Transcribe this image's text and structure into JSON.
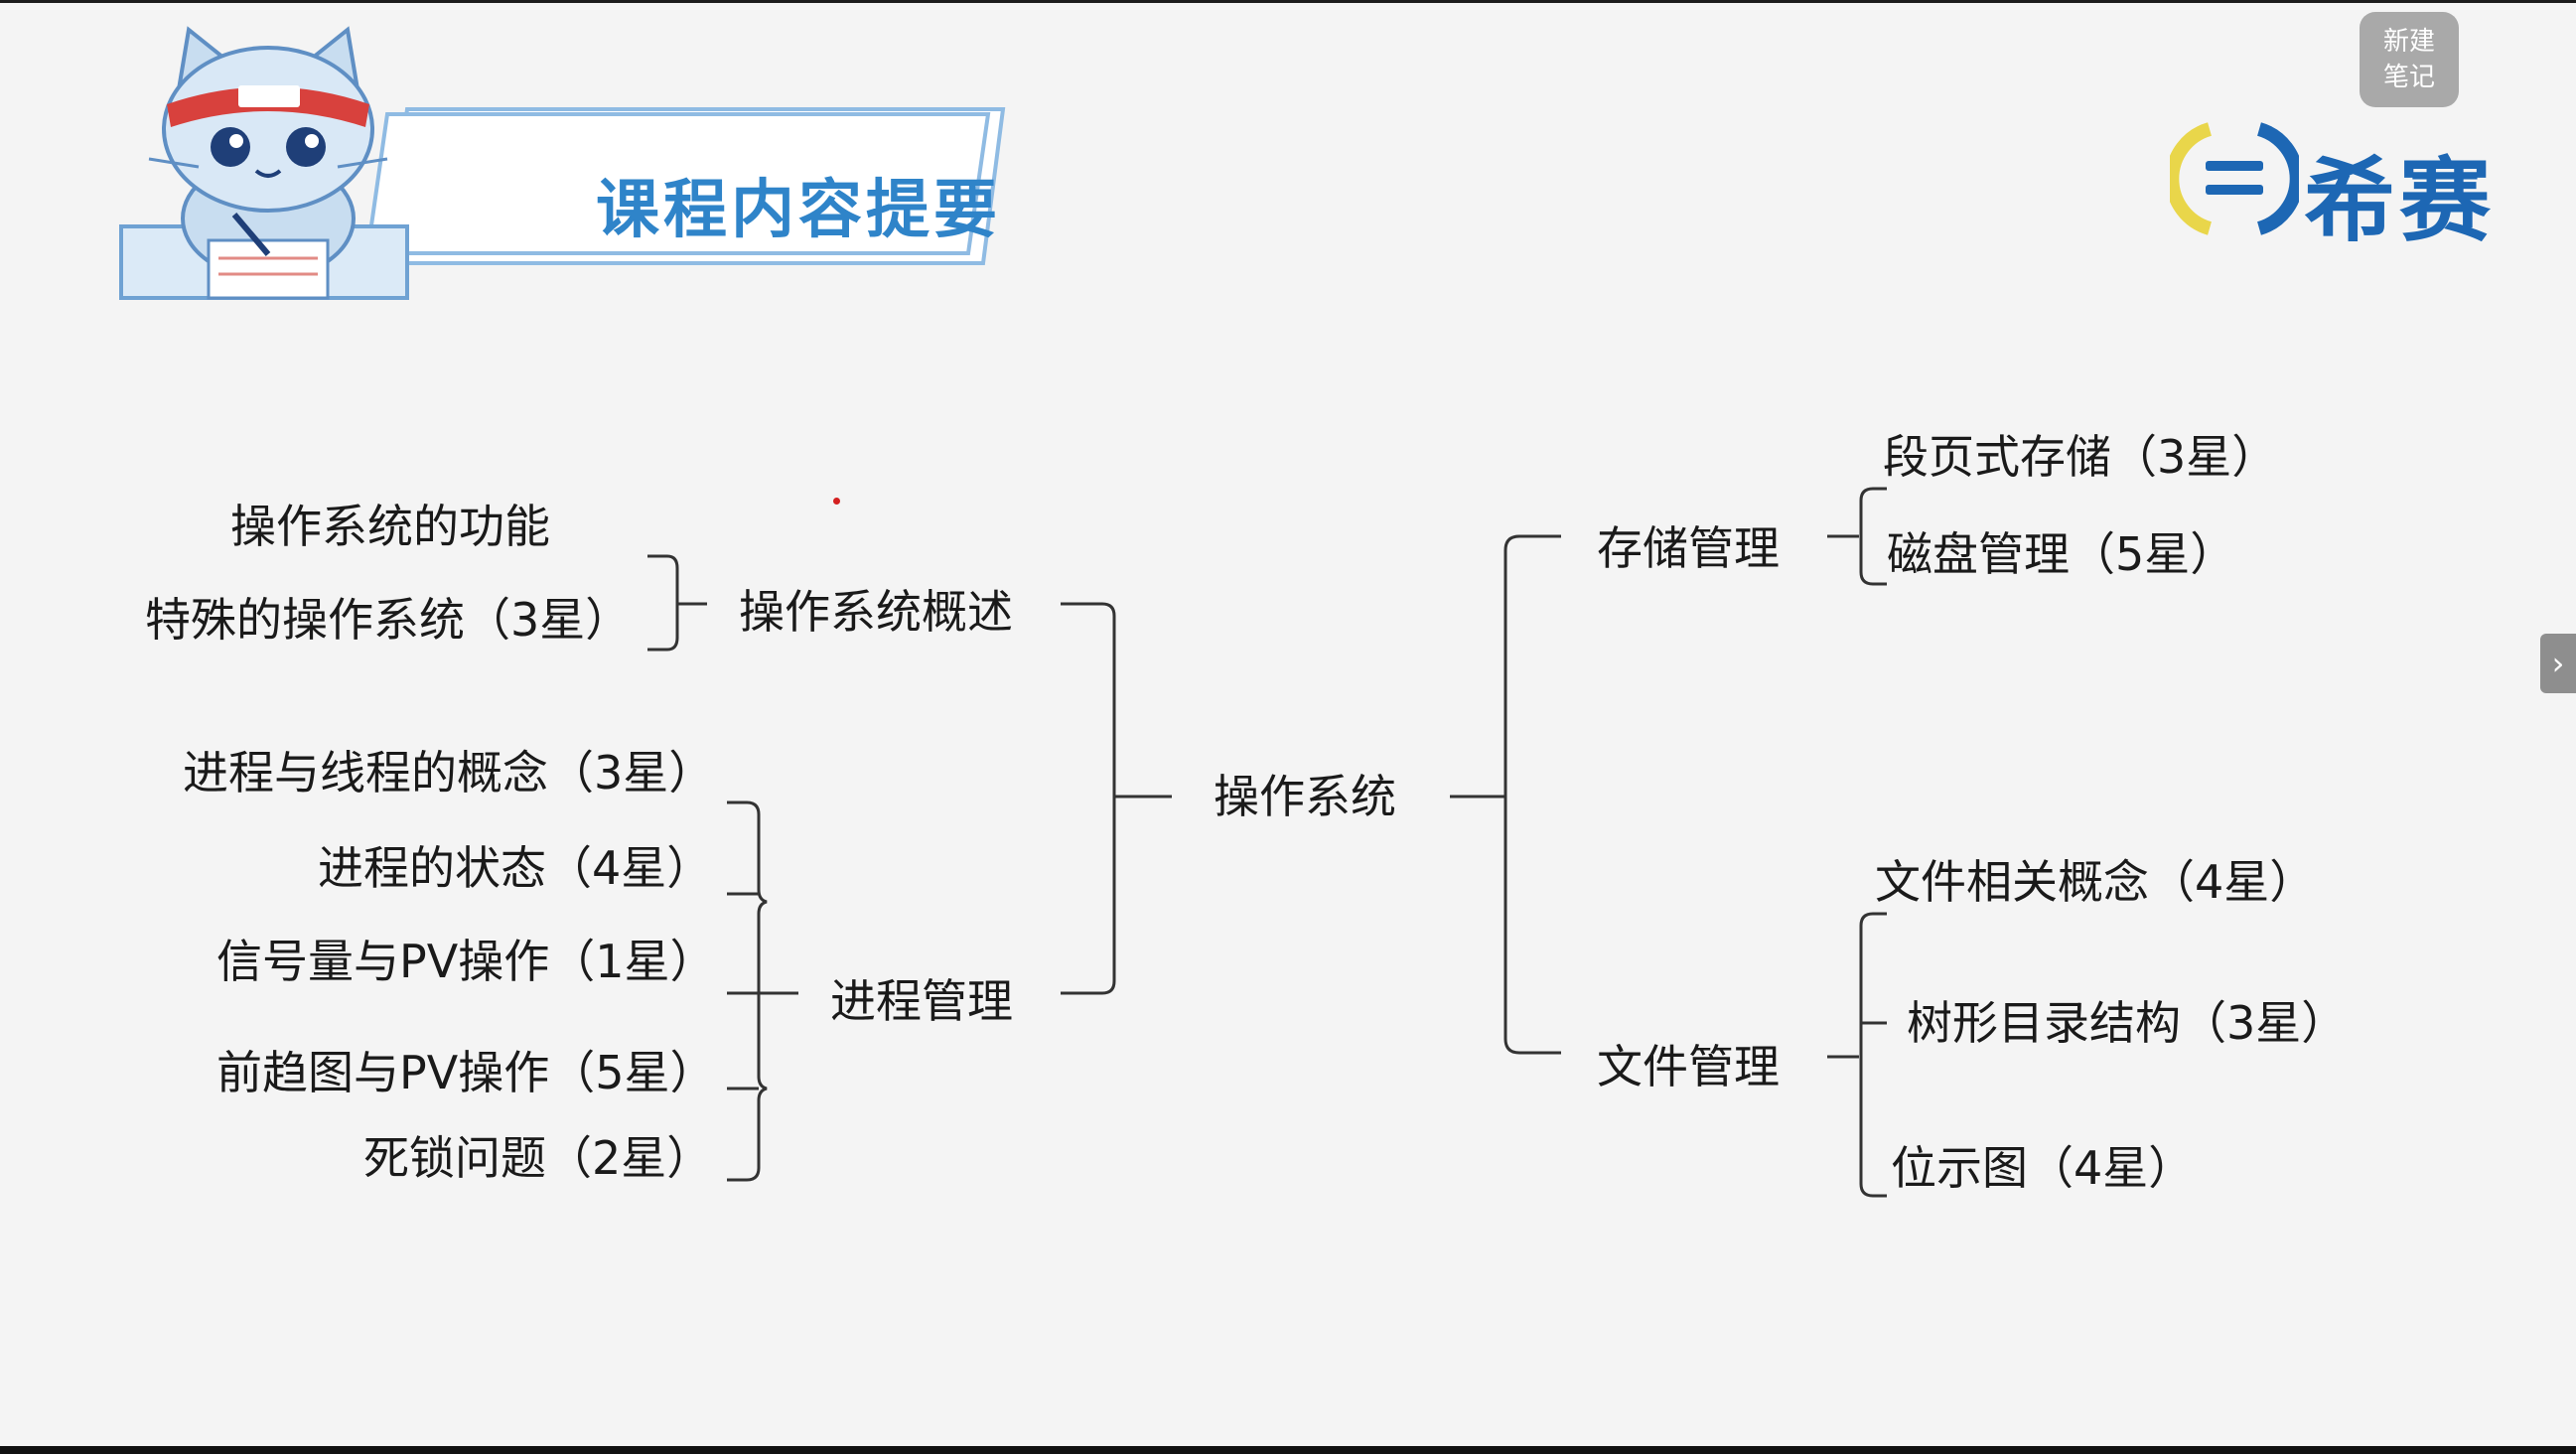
{
  "header": {
    "title": "课程内容提要"
  },
  "brand": {
    "text": "希赛"
  },
  "toolbar": {
    "new_note_line1": "新建",
    "new_note_line2": "笔记"
  },
  "mindmap": {
    "root": "操作系统",
    "left": [
      {
        "label": "操作系统概述",
        "children": [
          "操作系统的功能",
          "特殊的操作系统（3星）"
        ]
      },
      {
        "label": "进程管理",
        "children": [
          "进程与线程的概念（3星）",
          "进程的状态（4星）",
          "信号量与PV操作（1星）",
          "前趋图与PV操作（5星）",
          "死锁问题（2星）"
        ]
      }
    ],
    "right": [
      {
        "label": "存储管理",
        "children": [
          "段页式存储（3星）",
          "磁盘管理（5星）"
        ]
      },
      {
        "label": "文件管理",
        "children": [
          "文件相关概念（4星）",
          "树形目录结构（3星）",
          "位示图（4星）"
        ]
      }
    ]
  }
}
